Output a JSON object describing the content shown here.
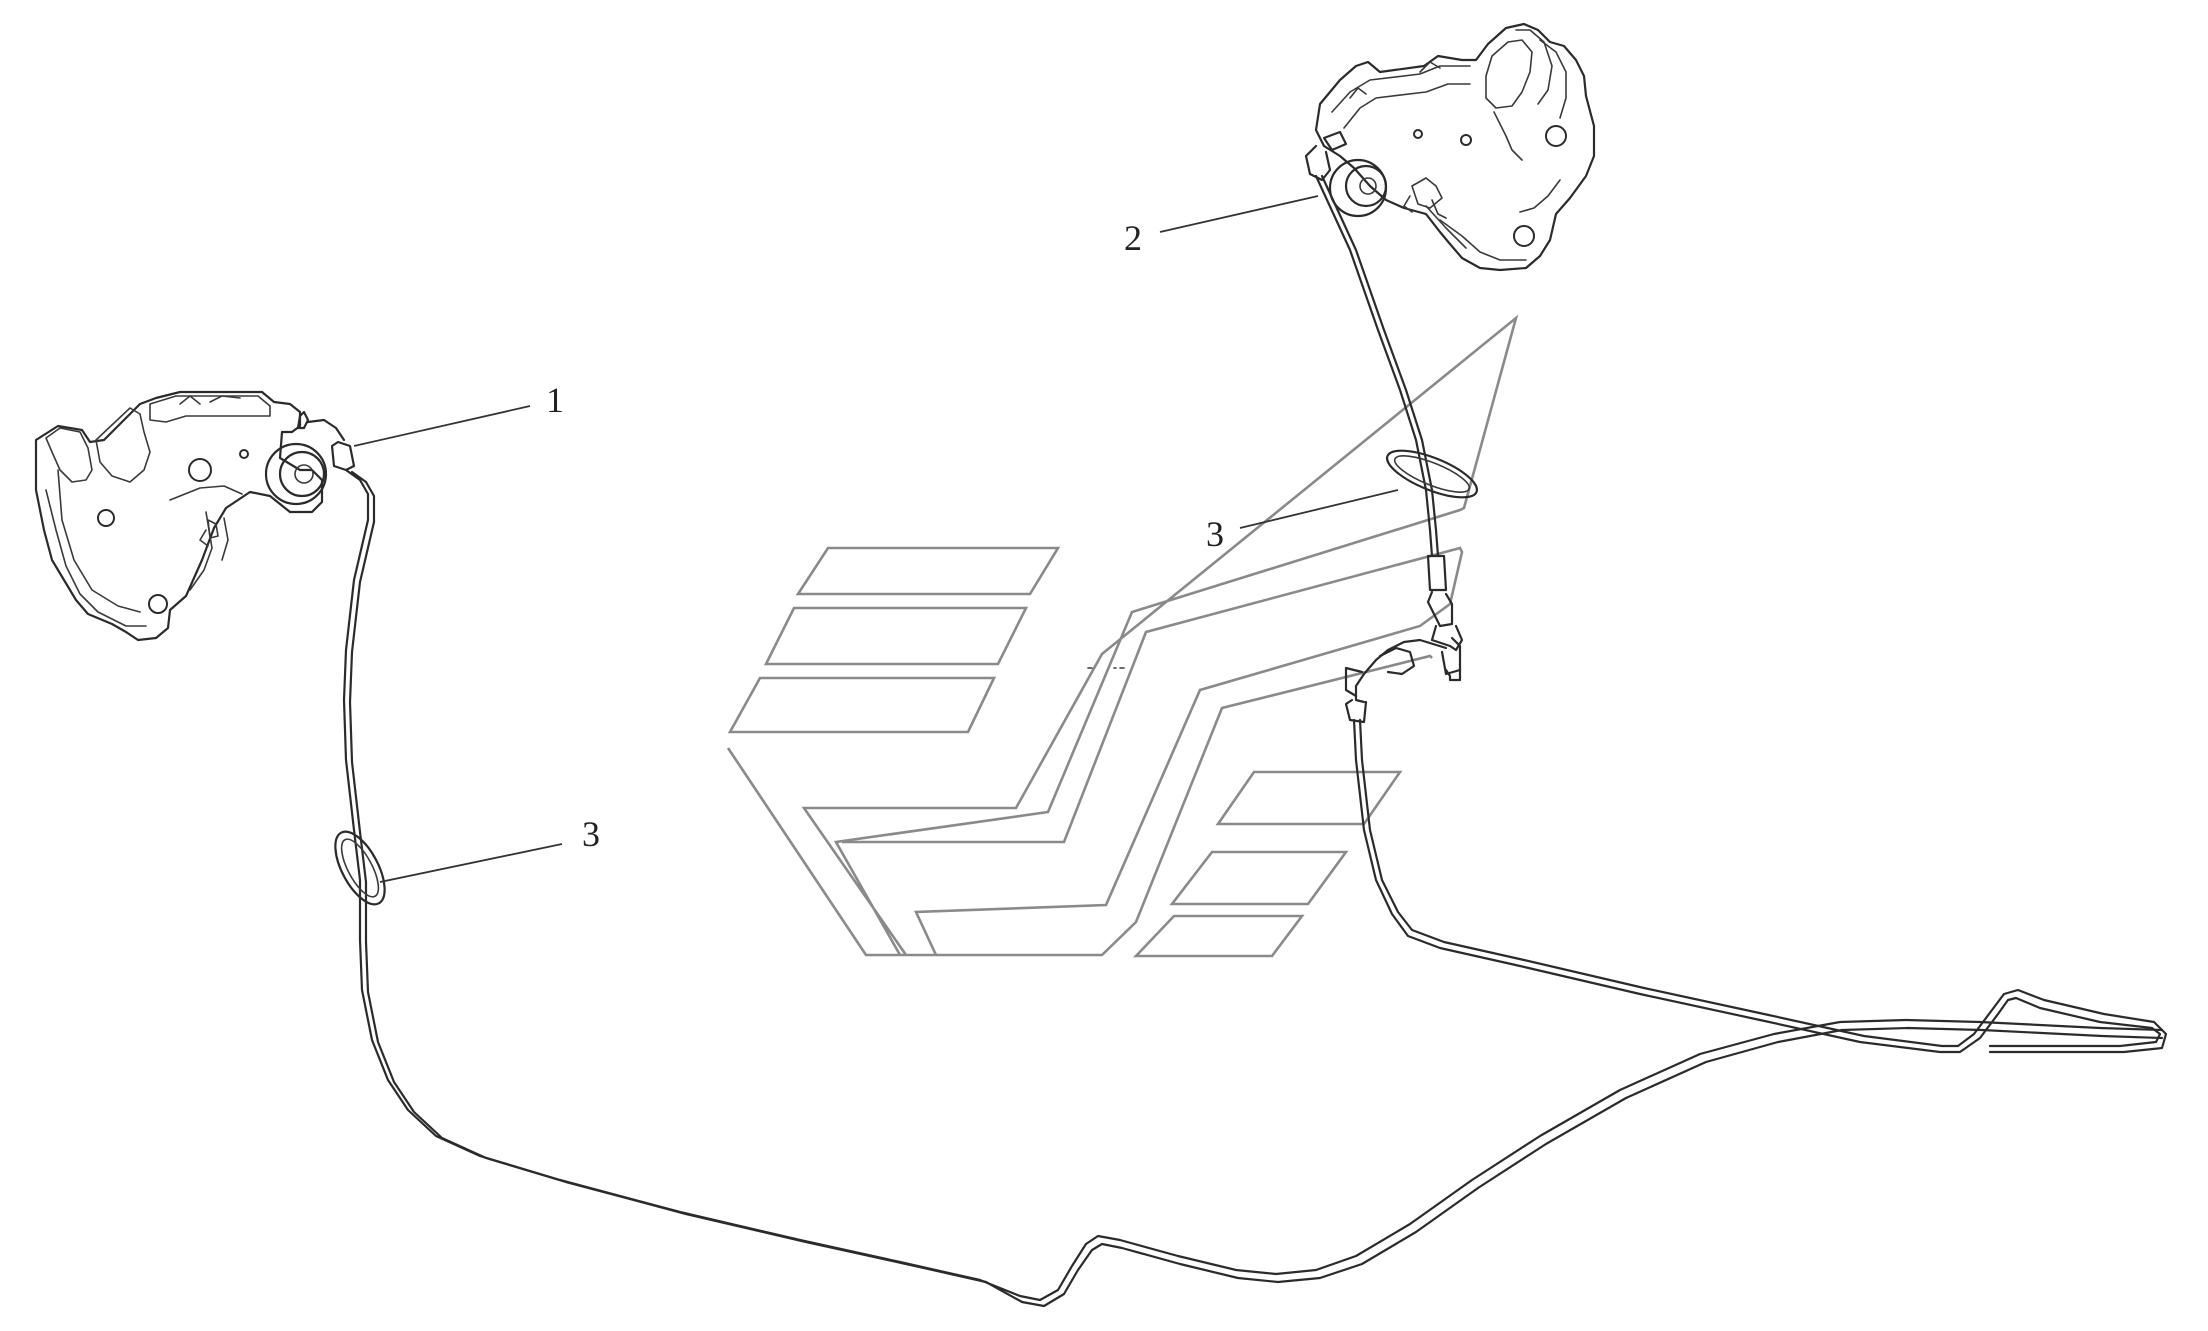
{
  "callouts": [
    {
      "id": "1",
      "label": "1"
    },
    {
      "id": "2",
      "label": "2"
    },
    {
      "id": "3a",
      "label": "3"
    },
    {
      "id": "3b",
      "label": "3"
    }
  ],
  "colors": {
    "line": "#2b2b2b",
    "watermark": "#8a8a8a",
    "background": "#ffffff"
  }
}
